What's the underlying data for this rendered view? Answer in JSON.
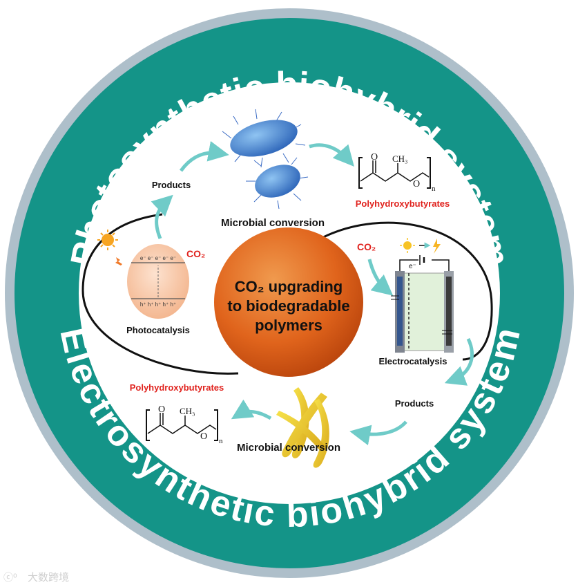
{
  "ring": {
    "top_title": "Photosynthetic biohybrid system",
    "bottom_title": "Electrosynthetic biohybrid system"
  },
  "center": {
    "line1": "CO₂ upgrading",
    "line2": "to biodegradable",
    "line3": "polymers"
  },
  "photo": {
    "co2": "CO₂",
    "photocatalysis": "Photocatalysis",
    "products": "Products",
    "microbial_conversion": "Microbial conversion",
    "polymer": "Polyhydroxybutyrates",
    "electron": "e⁻ e⁻ e⁻ e⁻ e⁻",
    "hole": "h⁺ h⁺ h⁺ h⁺ h⁺"
  },
  "electro": {
    "co2": "CO₂",
    "electrocatalysis": "Electrocatalysis",
    "products": "Products",
    "microbial_conversion": "Microbial conversion",
    "polymer": "Polyhydroxybutyrates",
    "electron": "e⁻"
  },
  "chem": {
    "methyl": "CH₃",
    "oxygen_carbonyl": "O",
    "oxygen_ester": "O",
    "subscript_n": "n"
  },
  "watermark": "大数跨境",
  "colors": {
    "outer_ring": "#aebfca",
    "teal_ring": "#149488",
    "center_orange": "#e0641c",
    "label_red": "#e0221d",
    "arrow_teal": "#6fcbc8"
  }
}
